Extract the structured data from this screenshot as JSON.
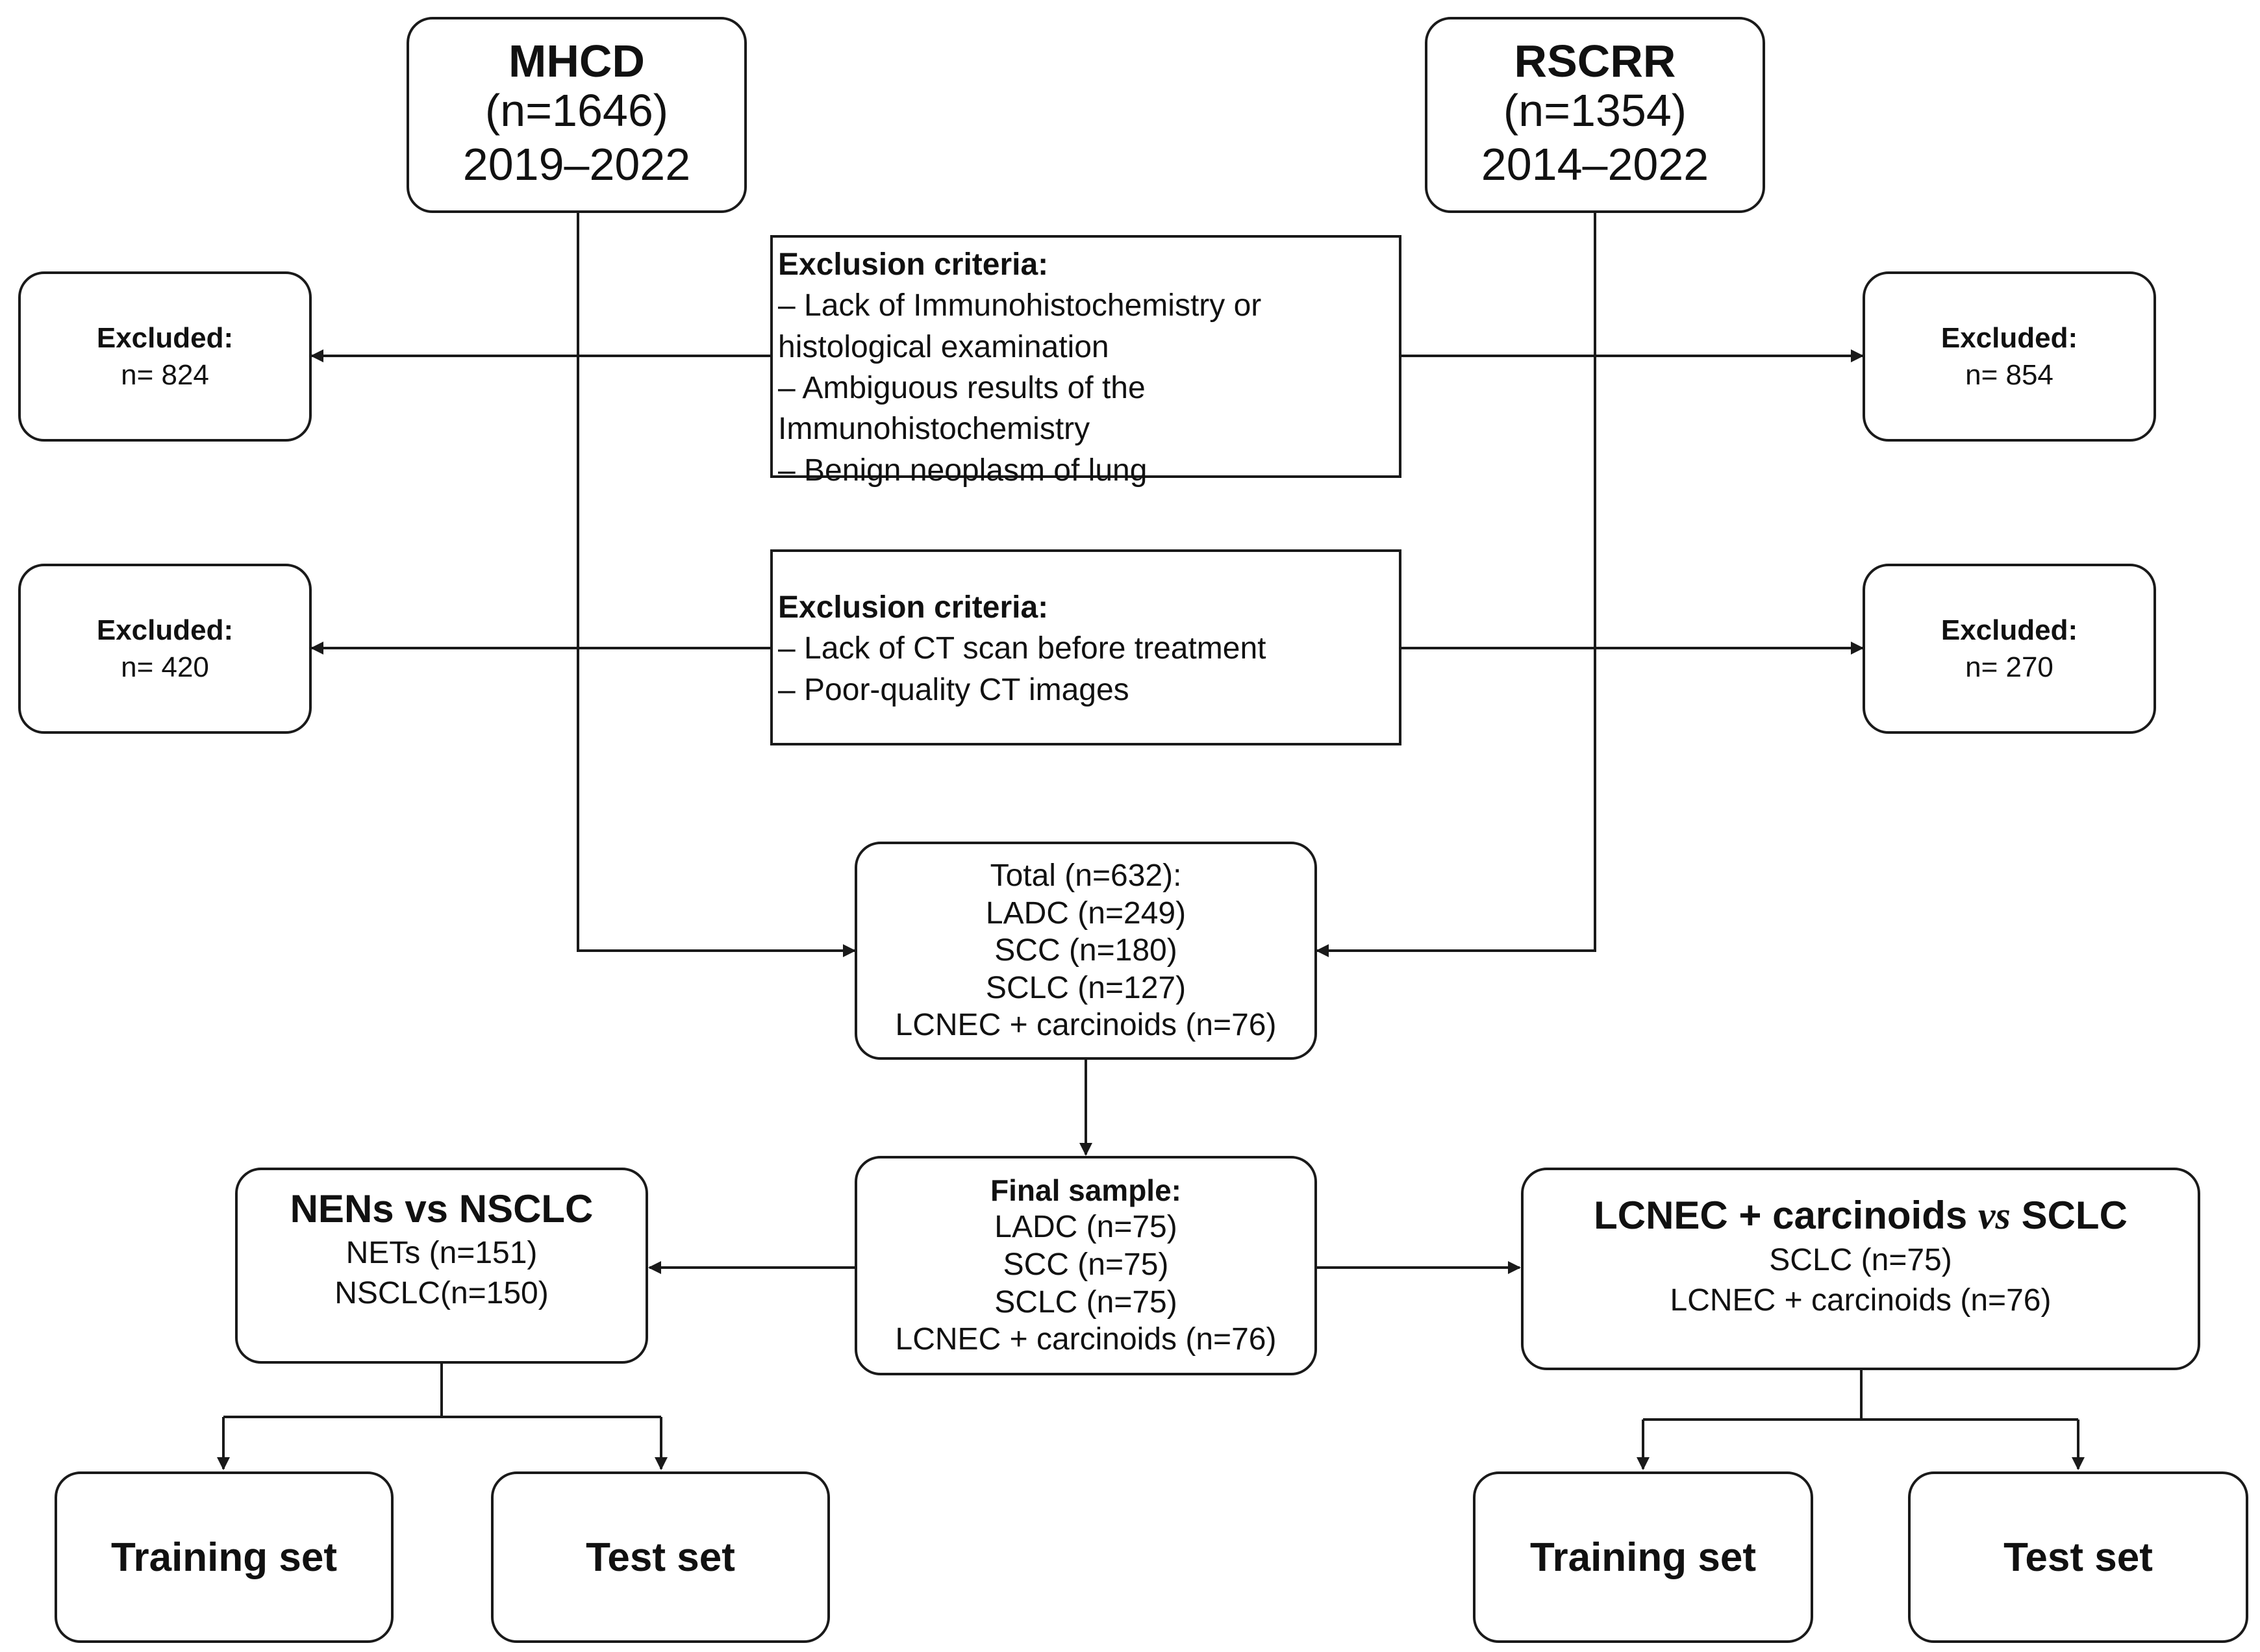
{
  "sources": {
    "left": {
      "name": "MHCD",
      "count": "(n=1646)",
      "years": "2019–2022"
    },
    "right": {
      "name": "RSCRR",
      "count": "(n=1354)",
      "years": "2014–2022"
    }
  },
  "criteria_1": {
    "title": "Exclusion criteria:",
    "lines": [
      "– Lack of Immunohistochemistry or",
      "histological examination",
      "– Ambiguous results of the",
      "Immunohistochemistry",
      "– Benign neoplasm of lung"
    ]
  },
  "criteria_2": {
    "title": "Exclusion criteria:",
    "lines": [
      "– Lack of CT scan before treatment",
      "– Poor-quality CT images"
    ]
  },
  "excluded": {
    "label": "Excluded:",
    "left_1": "n= 824",
    "right_1": "n= 854",
    "left_2": "n= 420",
    "right_2": "n= 270"
  },
  "total": {
    "lines": [
      "Total (n=632):",
      "LADC (n=249)",
      "SCC (n=180)",
      "SCLC (n=127)",
      "LCNEC + carcinoids (n=76)"
    ]
  },
  "final": {
    "title": "Final sample:",
    "lines": [
      "LADC (n=75)",
      "SCC (n=75)",
      "SCLC (n=75)",
      "LCNEC + carcinoids (n=76)"
    ]
  },
  "group_left": {
    "title": "NENs vs NSCLC",
    "lines": [
      "NETs (n=151)",
      "NSCLC(n=150)"
    ]
  },
  "group_right": {
    "title_a": "LCNEC + carcinoids ",
    "title_vs": "vs",
    "title_b": " SCLC",
    "lines": [
      "SCLC (n=75)",
      "LCNEC + carcinoids (n=76)"
    ]
  },
  "sets": {
    "training": "Training set",
    "test": "Test set"
  }
}
